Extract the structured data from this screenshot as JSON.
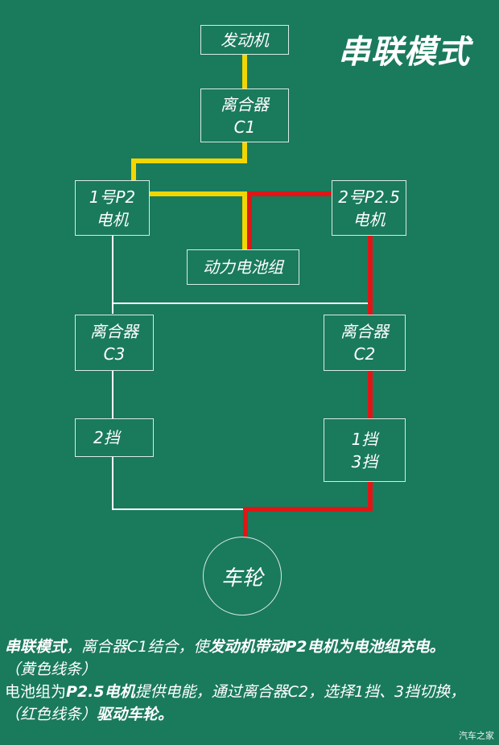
{
  "title": "串联模式",
  "colors": {
    "background": "#1a7a5c",
    "yellow_path": "#f2d600",
    "red_path": "#e01616",
    "white_line": "#ffffff"
  },
  "nodes": {
    "engine": "发动机",
    "clutch_c1_line1": "离合器",
    "clutch_c1_line2": "C1",
    "motor1_line1": "1号P2",
    "motor1_line2": "电机",
    "motor2_line1": "2号P2.5",
    "motor2_line2": "电机",
    "battery": "动力电池组",
    "clutch_c3_line1": "离合器",
    "clutch_c3_line2": "C3",
    "clutch_c2_line1": "离合器",
    "clutch_c2_line2": "C2",
    "gear2": "2挡",
    "gear13_line1": "1挡",
    "gear13_line2": "3挡",
    "wheel": "车轮"
  },
  "caption": {
    "l1_b1": "串联模式",
    "l1_t1": "，离合器C1结合，使",
    "l1_b2": "发动机带动P2电机为电池组充电。",
    "l2": "（黄色线条）",
    "l3_t1": "电池组为",
    "l3_b1": "P2.5电机",
    "l3_t2": "提供电能，通过离合器C2，选择1挡、3挡切换，",
    "l4_t1": "（红色线条）",
    "l4_b1": "驱动车轮。"
  },
  "watermark": "汽车之家"
}
